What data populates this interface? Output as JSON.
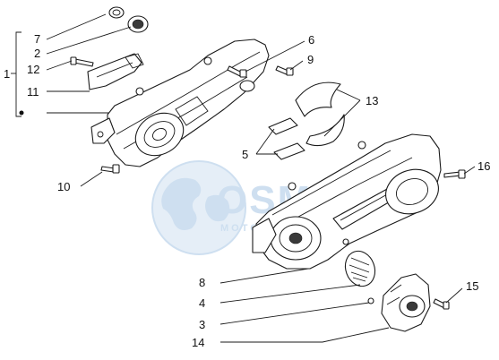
{
  "watermark": {
    "brand": "OSM",
    "tagline": "MOTORPARTS"
  },
  "callouts": {
    "c1": "1",
    "c2": "2",
    "c3": "3",
    "c4": "4",
    "c5": "5",
    "c6": "6",
    "c7": "7",
    "c8": "8",
    "c9": "9",
    "c10": "10",
    "c11": "11",
    "c12": "12",
    "c13": "13",
    "c14": "14",
    "c15": "15",
    "c16": "16"
  },
  "colors": {
    "line": "#1a1a1a",
    "watermark": "#c9dcef",
    "background": "#ffffff"
  }
}
